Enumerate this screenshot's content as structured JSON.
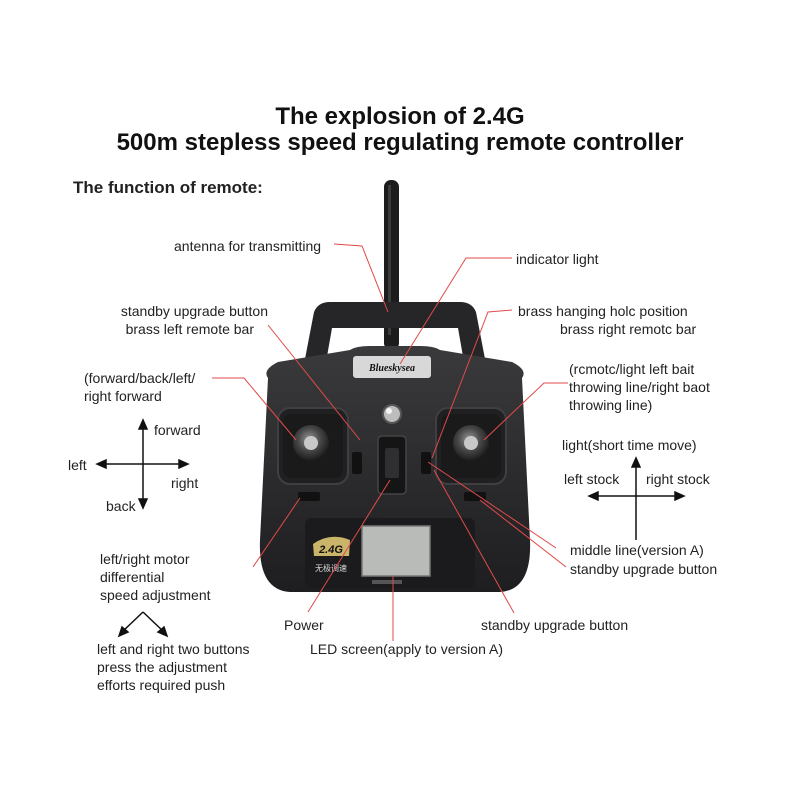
{
  "title": {
    "line1": "The explosion of 2.4G",
    "line2": "500m stepless speed regulating remote controller"
  },
  "section_heading": "The function of remote:",
  "brand_label": "Blueskysea",
  "badge": {
    "band": "2.4G",
    "subtitle": "无极调速"
  },
  "callouts": {
    "antenna": "antenna for transmitting",
    "indicator": "indicator light",
    "standby_upgrade_left_1": "standby upgrade button",
    "standby_upgrade_left_2": "brass left remote bar",
    "brass_hanging_1": "brass hanging holc position",
    "brass_hanging_2": "brass right remotc bar",
    "forward_back_1": "(forward/back/left/",
    "forward_back_2": "right forward",
    "rcmotc_1": "(rcmotc/light left bait",
    "rcmotc_2": "throwing line/right baot",
    "rcmotc_3": "throwing line)",
    "motor_diff_1": "left/right motor",
    "motor_diff_2": "differential",
    "motor_diff_3": "speed adjustment",
    "two_buttons_1": "left  and right two buttons",
    "two_buttons_2": "press the adjustment",
    "two_buttons_3": "efforts required push",
    "power": "Power",
    "led_screen": "LED screen(apply to version A)",
    "standby_upgrade_bottom": "standby upgrade button",
    "standby_upgrade_right": "standby upgrade button",
    "middle_line": "middle line(version A)"
  },
  "left_stick_dirs": {
    "forward": "forward",
    "left": "left",
    "right": "right",
    "back": "back"
  },
  "right_stick_dirs": {
    "up": "light(short time move)",
    "left": "left stock",
    "right": "right stock"
  },
  "colors": {
    "leader_line": "#e04a4a",
    "controller_body": "#2b2b2d",
    "text": "#222222"
  }
}
